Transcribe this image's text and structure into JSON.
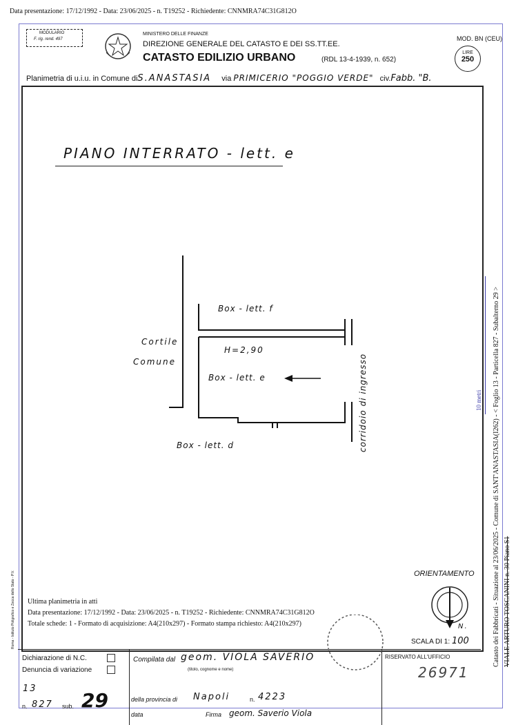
{
  "header_line": "Data presentazione: 17/12/1992 - Data: 23/06/2025 - n. T19252 - Richiedente: CNNMRA74C31G812O",
  "form": {
    "modulario": "MODULARIO",
    "modulario_sub": "F. rig. rend. 497",
    "ministry": "MINISTERO DELLE FINANZE",
    "direction": "DIREZIONE GENERALE DEL CATASTO E DEI SS.TT.EE.",
    "title": "CATASTO EDILIZIO URBANO",
    "law": "(RDL 13-4-1939, n. 652)",
    "mod": "MOD. BN (CEU)",
    "stamp_currency": "LIRE",
    "stamp_value": "250",
    "planimetria_label": "Planimetria di u.i.u. in Comune di",
    "comune_value": "S.ANASTASIA",
    "via_label": "via",
    "via_value": "PRIMICERIO \"POGGIO VERDE\"",
    "civ_label": "civ.",
    "civ_value": "Fabb. \"B."
  },
  "drawing": {
    "floor_title": "PIANO INTERRATO - lett. e",
    "label_box_f": "Box - lett. f",
    "label_box_e": "Box - lett. e",
    "label_box_d": "Box - lett. d",
    "label_height": "H=2,90",
    "label_cortile": "Cortile",
    "label_comune": "Comune",
    "label_corridoio": "corridoio di ingresso",
    "orientamento": "ORIENTAMENTO",
    "north": "N.",
    "scala_label": "SCALA DI 1:",
    "scala_value": "100"
  },
  "footer": {
    "dichiarazione": "Dichiarazione di N.C.",
    "denuncia": "Denuncia di variazione",
    "compilata_label": "Compilata dal",
    "compilata_value": "geom. VIOLA SAVERIO",
    "compilata_hint": "(titolo, cognome e nome)",
    "provincia_label": "della provincia di",
    "provincia_value": "Napoli",
    "n_label": "n.",
    "n_value": "4223",
    "data_label": "data",
    "firma_label": "Firma",
    "firma_value": "geom. Saverio Viola",
    "sub_label": "sub.",
    "particella_value": "827",
    "sub_value": "29",
    "foglio_value": "13",
    "riservato": "RISERVATO ALL'UFFICIO",
    "riservato_value": "26971",
    "printer": "Roma - Istituto Poligrafico e Zecca dello Stato - P.V."
  },
  "overlay": {
    "ultima": "Ultima planimetria in atti",
    "data_line": "Data presentazione: 17/12/1992 - Data: 23/06/2025 - n. T19252 - Richiedente: CNNMRA74C31G812O",
    "totale": "Totale schede: 1 - Formato di acquisizione: A4(210x297) - Formato stampa richiesto: A4(210x297)",
    "side_main": "Catasto dei Fabbricati - Situazione al 23/06/2025 - Comune di SANT'ANASTASIA(I262) - < Foglio 13 - Particella 827 - Subalterno 29 >",
    "side_address": "VIALE ARTURO TOSCANINI n. 30 Piano S1",
    "scale_bar": "10 metri"
  },
  "colors": {
    "overlay_frame": "#7a7ad0",
    "scale_bar": "#3a3aa8"
  }
}
